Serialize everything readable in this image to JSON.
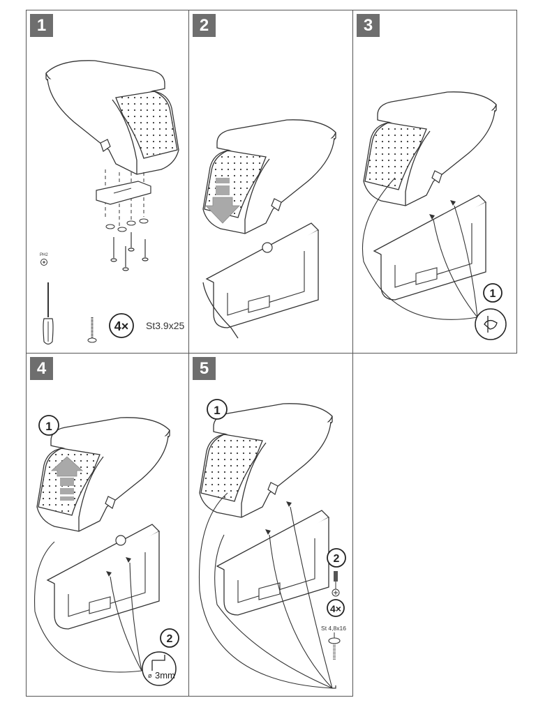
{
  "document": {
    "type": "assembly-instructions",
    "steps": [
      {
        "number": "1",
        "labels": {
          "tool": "PH2",
          "quantity": "4×",
          "screw_spec": "St3.9x25"
        }
      },
      {
        "number": "2"
      },
      {
        "number": "3",
        "labels": {
          "callout": "1"
        }
      },
      {
        "number": "4",
        "labels": {
          "callout1": "1",
          "callout2": "2",
          "drill_size": "3mm"
        }
      },
      {
        "number": "5",
        "labels": {
          "callout1": "1",
          "callout2": "2",
          "quantity": "4×",
          "screw_spec": "St 4,8x16"
        }
      }
    ]
  },
  "colors": {
    "badge": "#6e6e6e",
    "arrow": "#a9a9a9",
    "line": "#333333"
  }
}
